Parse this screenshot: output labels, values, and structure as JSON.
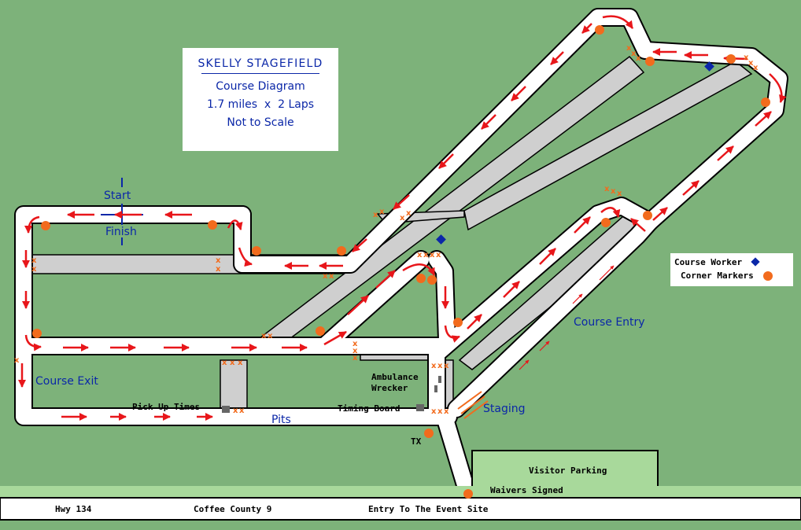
{
  "title_box": {
    "title": "SKELLY STAGEFIELD",
    "line2": "Course Diagram",
    "line3": "1.7 miles  x  2 Laps",
    "line4": "Not to Scale"
  },
  "legend": {
    "course_worker": "Course Worker",
    "corner_markers": "Corner Markers"
  },
  "labels": {
    "start": "Start",
    "finish": "Finish",
    "course_exit": "Course Exit",
    "course_entry": "Course Entry",
    "staging": "Staging",
    "pits": "Pits",
    "pick_up_times": "Pick Up Times",
    "timing_board": "Timing Board",
    "ambulance": "Ambulance",
    "wrecker": "Wrecker",
    "tx": "TX",
    "visitor_parking": "Visitor Parking",
    "waivers_signed": "Waivers Signed",
    "hwy": "Hwy 134",
    "coffee_county": "Coffee County 9",
    "entry_site": "Entry To The Event Site"
  },
  "colors": {
    "grass": "#7db27a",
    "road": "#ffffff",
    "runway": "#cfcfcf",
    "arrow": "#e8161a",
    "marker": "#f26b1d",
    "worker": "#0b27a8",
    "label": "#0b27a8",
    "parking": "#a8d99b"
  }
}
